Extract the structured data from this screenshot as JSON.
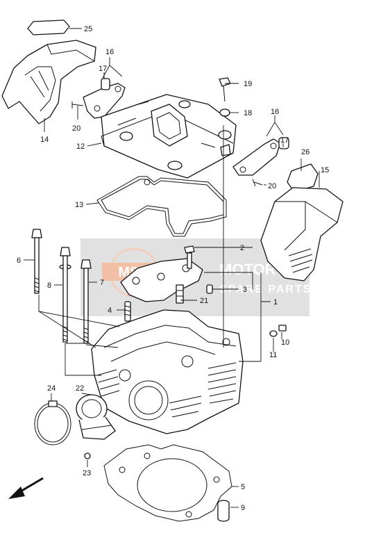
{
  "diagram": {
    "callouts": {
      "c1": "1",
      "c2": "2",
      "c3": "3",
      "c4": "4",
      "c5": "5",
      "c6": "6",
      "c7": "7",
      "c8": "8",
      "c9": "9",
      "c10": "10",
      "c11": "11",
      "c12": "12",
      "c13": "13",
      "c14": "14",
      "c15": "15",
      "c16a": "16",
      "c16b": "16",
      "c17a": "17",
      "c17b": "17",
      "c18": "18",
      "c19": "19",
      "c20a": "20",
      "c20b": "20",
      "c21": "21",
      "c22": "22",
      "c23": "23",
      "c24": "24",
      "c25": "25",
      "c26": "26"
    },
    "watermark": {
      "logo_text": "MSP",
      "line1": "MOTORCYCLE",
      "line2": "SPARE PARTS"
    }
  }
}
